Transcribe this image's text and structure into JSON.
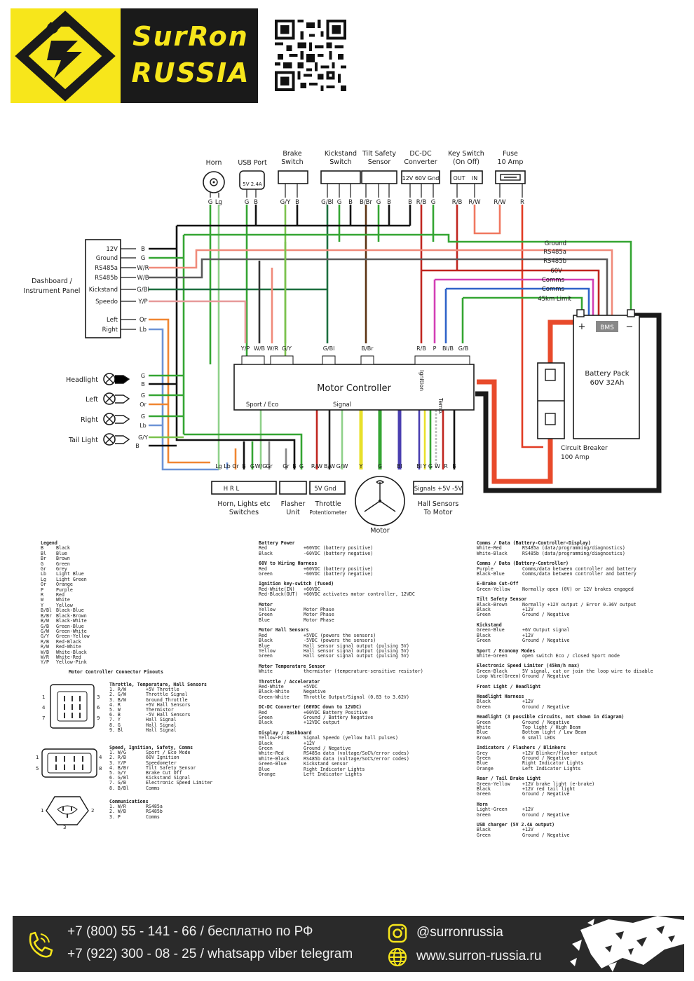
{
  "header": {
    "brand_line1": "SurRon",
    "brand_line2": "RUSSIA"
  },
  "diagram": {
    "top_components": [
      {
        "name": "Horn",
        "wires": [
          "G",
          "Lg"
        ]
      },
      {
        "name": "USB Port",
        "sub": "5V 2.4A",
        "wires": [
          "G",
          "B"
        ]
      },
      {
        "name": "Brake Switch",
        "wires": [
          "G/Y",
          "B"
        ]
      },
      {
        "name": "Kickstand Switch",
        "wires": [
          "G/Bl",
          "G",
          "B"
        ]
      },
      {
        "name": "Tilt Safety Sensor",
        "wires": [
          "B/Br",
          "G",
          "B"
        ]
      },
      {
        "name": "DC-DC Converter",
        "sub": "12V 60V Gnd",
        "wires": [
          "B",
          "R/B",
          "G"
        ]
      },
      {
        "name": "Key Switch (On Off)",
        "sub_out": "OUT",
        "sub_in": "IN",
        "wires": [
          "R/B",
          "R/W"
        ]
      },
      {
        "name": "Fuse 10 Amp",
        "wires": [
          "R/W",
          "R"
        ]
      }
    ],
    "dashboard": {
      "title": "Dashboard / Instrument Panel",
      "pins": [
        {
          "label": "12V",
          "wire": "B"
        },
        {
          "label": "Ground",
          "wire": "G"
        },
        {
          "label": "RS485a",
          "wire": "W/R"
        },
        {
          "label": "RS485b",
          "wire": "W/B"
        },
        {
          "label": "Kickstand",
          "wire": "G/Bl"
        },
        {
          "label": "Speedo",
          "wire": "Y/P"
        },
        {
          "label": "Left",
          "wire": "Or"
        },
        {
          "label": "Right",
          "wire": "Lb"
        }
      ]
    },
    "lights": [
      {
        "label": "Headlight",
        "wires": [
          "G",
          "B"
        ]
      },
      {
        "label": "Left",
        "wires": [
          "G",
          "Or"
        ]
      },
      {
        "label": "Right",
        "wires": [
          "G",
          "Lb"
        ]
      },
      {
        "label": "Tail Light",
        "wires": [
          "G/Y",
          "B"
        ]
      }
    ],
    "battery_bus": [
      "Ground",
      "RS485a",
      "RS485b",
      "60V",
      "Comms",
      "Comms",
      "45km Limit"
    ],
    "controller": {
      "title": "Motor Controller",
      "top_wires": [
        "Y/P",
        "W/B",
        "W/R",
        "G/Y",
        "G/Bl",
        "B/Br",
        "R/B",
        "P",
        "Bl/B",
        "G/B"
      ],
      "ignition": "Ignition",
      "sport_eco": "Sport / Eco",
      "signal": "Signal",
      "temp": "Temp."
    },
    "battery": {
      "title": "Battery Pack",
      "spec": "60V 32Ah",
      "bms": "BMS",
      "plus": "+",
      "minus": "−"
    },
    "breaker": {
      "title": "Circuit Breaker",
      "spec": "100 Amp"
    },
    "bottom_groups": [
      {
        "wires": [
          "Lg",
          "Lb",
          "Or",
          "B",
          "G",
          "W/G",
          "Gr"
        ],
        "box": "H  R  L",
        "label": "Horn, Lights etc Switches"
      },
      {
        "wires": [
          "Gr",
          "B",
          "G"
        ],
        "box": "",
        "label": "Flasher Unit"
      },
      {
        "wires": [
          "R/W",
          "B/W",
          "G/W"
        ],
        "box": "5V Gnd",
        "label": "Throttle",
        "sub": "Potentiometer"
      },
      {
        "wires": [
          "Y",
          "G",
          "Bl"
        ],
        "box": "",
        "label": "Motor"
      },
      {
        "wires": [
          "Bl",
          "Y",
          "G",
          "W",
          "R",
          "B"
        ],
        "box": "Signals +5V -5V",
        "label": "Hall Sensors To Motor"
      }
    ]
  },
  "legend": {
    "title": "Legend",
    "items": [
      [
        "B",
        "Black"
      ],
      [
        "Bl",
        "Blue"
      ],
      [
        "Br",
        "Brown"
      ],
      [
        "G",
        "Green"
      ],
      [
        "Gr",
        "Grey"
      ],
      [
        "Lb",
        "Light Blue"
      ],
      [
        "Lg",
        "Light Green"
      ],
      [
        "Or",
        "Orange"
      ],
      [
        "P",
        "Purple"
      ],
      [
        "R",
        "Red"
      ],
      [
        "W",
        "White"
      ],
      [
        "Y",
        "Yellow"
      ],
      [
        "B/Bl",
        "Black-Blue"
      ],
      [
        "B/Br",
        "Black-Brown"
      ],
      [
        "B/W",
        "Black-White"
      ],
      [
        "G/B",
        "Green-Blue"
      ],
      [
        "G/W",
        "Green-White"
      ],
      [
        "G/Y",
        "Green-Yellow"
      ],
      [
        "R/B",
        "Red-Black"
      ],
      [
        "R/W",
        "Red-White"
      ],
      [
        "W/B",
        "White-Black"
      ],
      [
        "W/R",
        "White-Red"
      ],
      [
        "Y/P",
        "Yellow-Pink"
      ]
    ]
  },
  "pinouts": {
    "title": "Motor Controller Connector Pinouts",
    "groups": [
      {
        "title": "Throttle, Temperature, Hall Sensors",
        "pins": [
          [
            "1. R/W",
            "+5V Throttle"
          ],
          [
            "2. G/W",
            "Throttle Signal"
          ],
          [
            "3. B/W",
            "Ground Throttle"
          ],
          [
            "4. R",
            "+5V Hall Sensors"
          ],
          [
            "5. W",
            "Thermistor"
          ],
          [
            "6. B",
            "-5V Hall Sensors"
          ],
          [
            "7. Y",
            "Hall Signal"
          ],
          [
            "8. G",
            "Hall Signal"
          ],
          [
            "9. Bl",
            "Hall Signal"
          ]
        ]
      },
      {
        "title": "Speed, Ignition, Safety, Comms",
        "pins": [
          [
            "1. W/G",
            "Sport / Eco Mode"
          ],
          [
            "2. R/B",
            "60V Ignition"
          ],
          [
            "3. Y/P",
            "Speedometer"
          ],
          [
            "4. B/Br",
            "Tilt Safety Sensor"
          ],
          [
            "5. G/Y",
            "Brake Cut Off"
          ],
          [
            "6. G/Bl",
            "Kickstand Signal"
          ],
          [
            "7. G/B",
            "Electronic Speed Limiter"
          ],
          [
            "8. B/Bl",
            "Comms"
          ]
        ]
      },
      {
        "title": "Communications",
        "pins": [
          [
            "1. W/R",
            "RS485a"
          ],
          [
            "2. W/B",
            "RS485b"
          ],
          [
            "3. P",
            "Comms"
          ]
        ]
      }
    ]
  },
  "col2": [
    {
      "title": "Battery Power",
      "rows": [
        [
          "Red",
          "+60VDC (battery positive)"
        ],
        [
          "Black",
          "-60VDC (battery negative)"
        ]
      ]
    },
    {
      "title": "60V to Wiring Harness",
      "rows": [
        [
          "Red",
          "+60VDC (battery positive)"
        ],
        [
          "Green",
          "-60VDC (battery negative)"
        ]
      ]
    },
    {
      "title": "Ignition key-switch (fused)",
      "rows": [
        [
          "Red-White(IN)",
          "+60VDC"
        ],
        [
          "Red-Black(OUT)",
          "+60VDC activates motor controller, 12VDC"
        ]
      ]
    },
    {
      "title": "Motor",
      "rows": [
        [
          "Yellow",
          "Motor Phase"
        ],
        [
          "Green",
          "Motor Phase"
        ],
        [
          "Blue",
          "Motor Phase"
        ]
      ]
    },
    {
      "title": "Motor Hall Sensors",
      "rows": [
        [
          "Red",
          "+5VDC (powers the sensors)"
        ],
        [
          "Black",
          "-5VDC (powers the sensors)"
        ],
        [
          "Blue",
          "Hall sensor signal output (pulsing 5V)"
        ],
        [
          "Yellow",
          "Hall sensor signal output (pulsing 5V)"
        ],
        [
          "Green",
          "Hall sensor signal output (pulsing 5V)"
        ]
      ]
    },
    {
      "title": "Motor Temperature Sensor",
      "rows": [
        [
          "White",
          "thermistor (temperature-sensitive resistor)"
        ]
      ]
    },
    {
      "title": "Throttle / Accelerator",
      "rows": [
        [
          "Red-White",
          "+5VDC"
        ],
        [
          "Black-White",
          "Negative"
        ],
        [
          "Green-White",
          "Throttle Output/Signal (0.83 to 3.62V)"
        ]
      ]
    },
    {
      "title": "DC-DC Converter (60VDC down to 12VDC)",
      "rows": [
        [
          "Red",
          "+60VDC Battery Positive"
        ],
        [
          "Green",
          "Ground / Battery Negative"
        ],
        [
          "Black",
          "+12VDC output"
        ]
      ]
    },
    {
      "title": "Display / Dashboard",
      "rows": [
        [
          "Yellow-Pink",
          "Signal Speedo (yellow hall pulses)"
        ],
        [
          "Black",
          "+12V"
        ],
        [
          "Green",
          "Ground / Negative"
        ],
        [
          "White-Red",
          "RS485a data (voltage/SoC%/error codes)"
        ],
        [
          "White-Black",
          "RS485b data (voltage/SoC%/error codes)"
        ],
        [
          "Green-Blue",
          "Kickstand sensor"
        ],
        [
          "Blue",
          "Right Indicator Lights"
        ],
        [
          "Orange",
          "Left Indicator Lights"
        ]
      ]
    }
  ],
  "col3": [
    {
      "title": "Comms / Data (Battery-Controller-Display)",
      "rows": [
        [
          "White-Red",
          "RS485a (data/programming/diagnostics)"
        ],
        [
          "White-Black",
          "RS485b (data/programming/diagnostics)"
        ]
      ]
    },
    {
      "title": "Comms / Data (Battery-Controller)",
      "rows": [
        [
          "Purple",
          "Comms/data between controller and battery"
        ],
        [
          "Black-Blue",
          "Comms/data between controller and battery"
        ]
      ]
    },
    {
      "title": "E-Brake Cut-Off",
      "rows": [
        [
          "Green-Yellow",
          "Normally open (0V) or 12V brakes engaged"
        ]
      ]
    },
    {
      "title": "Tilt Safety Sensor",
      "rows": [
        [
          "Black-Brown",
          "Normally +12V output / Error 0.36V output"
        ],
        [
          "Black",
          "+12V"
        ],
        [
          "Green",
          "Ground / Negative"
        ]
      ]
    },
    {
      "title": "Kickstand",
      "rows": [
        [
          "Green-Blue",
          "+6V Output signal"
        ],
        [
          "Black",
          "+12V"
        ],
        [
          "Green",
          "Ground / Negative"
        ]
      ]
    },
    {
      "title": "Sport / Economy Modes",
      "rows": [
        [
          "White-Green",
          "open switch Eco / closed Sport mode"
        ]
      ]
    },
    {
      "title": "Electronic Speed Limiter (45km/h max)",
      "rows": [
        [
          "Green-Black",
          "5V signal, cut or join the loop wire to disable"
        ],
        [
          "Loop Wire(Green)",
          "Ground / Negative"
        ]
      ]
    },
    {
      "title": "Front Light / Headlight",
      "rows": []
    },
    {
      "title": "Headlight Harness",
      "rows": [
        [
          "Black",
          "+12V"
        ],
        [
          "Green",
          "Ground / Negative"
        ]
      ]
    },
    {
      "title": "Headlight (3 possible circuits, not shown in diagram)",
      "rows": [
        [
          "Green",
          "Ground / Negative"
        ],
        [
          "White",
          "Top light / High Beam"
        ],
        [
          "Blue",
          "Bottom light / Low Beam"
        ],
        [
          "Brown",
          "6 small LEDs"
        ]
      ]
    },
    {
      "title": "Indicators / Flashers / Blinkers",
      "rows": [
        [
          "Grey",
          "+12V Blinker/flasher output"
        ],
        [
          "Green",
          "Ground / Negative"
        ],
        [
          "Blue",
          "Right Indicator Lights"
        ],
        [
          "Orange",
          "Left Indicator Lights"
        ]
      ]
    },
    {
      "title": "Rear / Tail Brake Light",
      "rows": [
        [
          "Green-Yellow",
          "+12V brake light (e-brake)"
        ],
        [
          "Black",
          "+12V red tail light"
        ],
        [
          "Green",
          "Ground / Negative"
        ]
      ]
    },
    {
      "title": "Horn",
      "rows": [
        [
          "Light-Green",
          "+12V"
        ],
        [
          "Green",
          "Ground / Negative"
        ]
      ]
    },
    {
      "title": "USB charger (5V 2.4A output)",
      "rows": [
        [
          "Black",
          "+12V"
        ],
        [
          "Green",
          "Ground / Negative"
        ]
      ]
    }
  ],
  "footer": {
    "phone1": "+7 (800) 55 - 141 - 66 / бесплатно по РФ",
    "phone2": "+7 (922) 300 - 08 - 25 / whatsapp viber telegram",
    "instagram": "@surronrussia",
    "website": "www.surron-russia.ru"
  },
  "colors": {
    "brand_yellow": "#f7e61b",
    "dark": "#1a1a1a",
    "footer": "#2a2a2a"
  }
}
